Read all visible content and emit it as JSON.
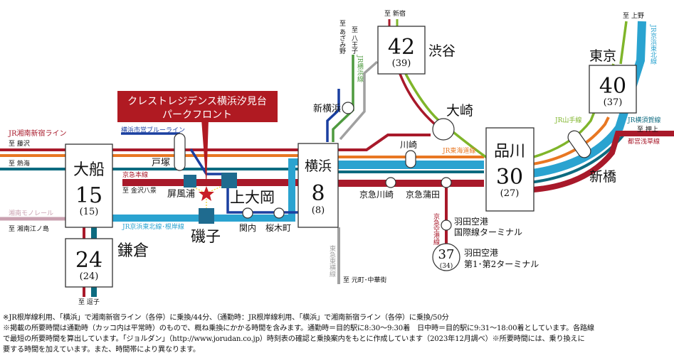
{
  "property": {
    "name_line1": "クレストレジデンス横浜汐見台",
    "name_line2": "パークフロント",
    "marker_color": "#b01a22"
  },
  "colors": {
    "shonan_shinjuku": "#a8192a",
    "tokaido": "#e87722",
    "keihin_tohoku": "#2aa3d0",
    "yokosuka": "#0d6b80",
    "keikyu": "#a8192a",
    "blue_line": "#1a3fa0",
    "yokohama_line": "#4e9a3f",
    "yamanote": "#7fb52a",
    "toyoko": "#a0a0a0",
    "monorail": "#c9a0b0",
    "asakusa": "#a8192a"
  },
  "stations": {
    "ofuna": {
      "name": "大船",
      "time": "15",
      "time_offpeak": "(15)"
    },
    "kamakura": {
      "name": "鎌倉",
      "time": "24",
      "time_offpeak": "(24)"
    },
    "yokohama": {
      "name": "横浜",
      "time": "8",
      "time_offpeak": "(8)"
    },
    "shibuya": {
      "name": "渋谷",
      "time": "42",
      "time_offpeak": "(39)"
    },
    "tokyo": {
      "name": "東京",
      "time": "40",
      "time_offpeak": "(37)"
    },
    "shinagawa": {
      "name": "品川",
      "time": "30",
      "time_offpeak": "(27)"
    },
    "haneda_t12": {
      "name_line1": "羽田空港",
      "name_line2": "第1･第2ターミナル",
      "time": "37",
      "time_offpeak": "(34)"
    },
    "haneda_intl": {
      "name_line1": "羽田空港",
      "name_line2": "国際線ターミナル"
    },
    "kamiooka": {
      "name": "上大岡"
    },
    "isogo": {
      "name": "磯子"
    },
    "byobugaura": {
      "name": "屏風浦"
    },
    "totsuka": {
      "name": "戸塚"
    },
    "kannai": {
      "name": "関内"
    },
    "sakuragicho": {
      "name": "桜木町"
    },
    "shin_yokohama": {
      "name": "新横浜"
    },
    "osaki": {
      "name": "大崎"
    },
    "shimbashi": {
      "name": "新橋"
    },
    "kawasaki": {
      "name": "川崎"
    },
    "keikyu_kawasaki": {
      "name": "京急川崎"
    },
    "keikyu_kamata": {
      "name": "京急蒲田"
    }
  },
  "lines": {
    "shonan_shinjuku": "JR湘南新宿ライン",
    "blue_line": "横浜市営ブルーライン",
    "keikyu_main": "京急本線",
    "monorail": "湘南モノレール",
    "keihin_negishi": "JR京浜東北線･根岸線",
    "yokohama_line": "JR横浜線",
    "tokaido": "JR東海道線",
    "yamanote": "JR山手線",
    "yokosuka": "JR横須賀線",
    "keihin_tohoku": "JR京浜東北線",
    "asakusa": "都営浅草線",
    "keikyu_airport": "京急空港線",
    "toyoko": "東急東横線"
  },
  "destinations": {
    "fujisawa": "至 藤沢",
    "atami": "至 熱海",
    "kanazawa_hakkei": "至 金沢八景",
    "enoshima": "至 湘南江ノ島",
    "zushi": "至 逗子",
    "azamino": "至 あざみ野",
    "hachioji": "至 八王子",
    "shinjuku": "至 新宿",
    "ueno": "至 上野",
    "oshiage": "至 押上",
    "motomachi": "至 元町･中華街"
  },
  "notes": [
    "※JR根岸線利用、「横浜」で湘南新宿ライン（各停）に乗換/44分、（通勤時：JR根岸線利用、「横浜」で湘南新宿ライン（各停）に乗換/50分",
    "※掲載の所要時間は通勤時（カッコ内は平常時）のもので、概ね乗換にかかる時間を含みます。通勤時＝目的駅に8:30～9:30着　日中時＝目的駅に9:31～18:00着としています。各路線",
    "で最短の所要時間を算出しています。「ジョルダン」（http://www.jorudan.co.jp）時刻表の確認と乗換案内をもとに作成しています（2023年12月調べ）※所要時間には、乗り換えに",
    "要する時間を加えています。また、時間帯により異なります。"
  ]
}
